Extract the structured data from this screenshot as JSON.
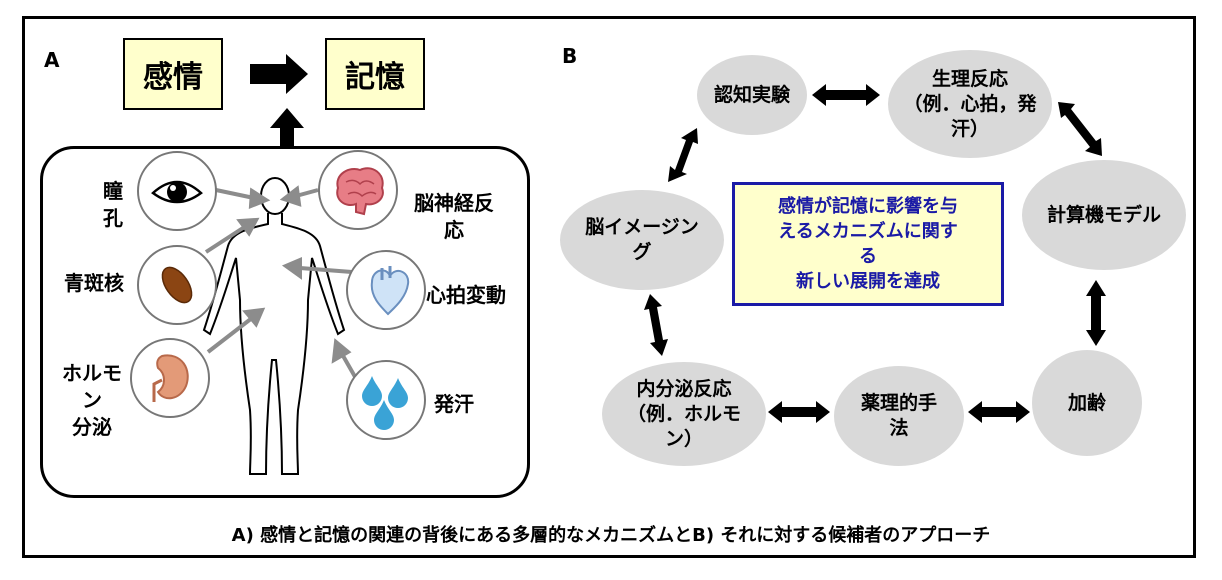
{
  "panel_a": {
    "label": "A",
    "emotion": "感情",
    "memory": "記憶",
    "items": {
      "pupil": "瞳\n孔",
      "brain": "脳神経反\n応",
      "locus": "青斑核",
      "heart": "心拍変動",
      "hormone": "ホルモ\nン\n分泌",
      "sweat": "発汗"
    },
    "icons": {
      "pupil": "eye-icon",
      "brain": "brain-icon",
      "locus": "locus-coeruleus-icon",
      "heart": "heart-icon",
      "hormone": "kidney-icon",
      "sweat": "sweat-drops-icon"
    }
  },
  "panel_b": {
    "label": "B",
    "nodes": {
      "cognitive": "認知実験",
      "physio": "生理反応\n（例．心拍，発\n汗）",
      "computational": "計算機モデル",
      "aging": "加齢",
      "pharma": "薬理的手\n法",
      "endocrine": "内分泌反応\n（例．ホルモ\nン）",
      "imaging": "脳イメージン\nグ"
    },
    "center": "感情が記憶に影響を与\nえるメカニズムに関す\nる\n新しい展開を達成"
  },
  "caption": "A) 感情と記憶の関連の背後にある多層的なメカニズムとB) それに対する候補者のアプローチ",
  "colors": {
    "key_box_fill": "#ffffcc",
    "node_fill": "#d9d9d9",
    "center_border": "#1a1aa6",
    "center_text": "#1a1aa6",
    "arrow_gray": "#8c8c8c"
  }
}
